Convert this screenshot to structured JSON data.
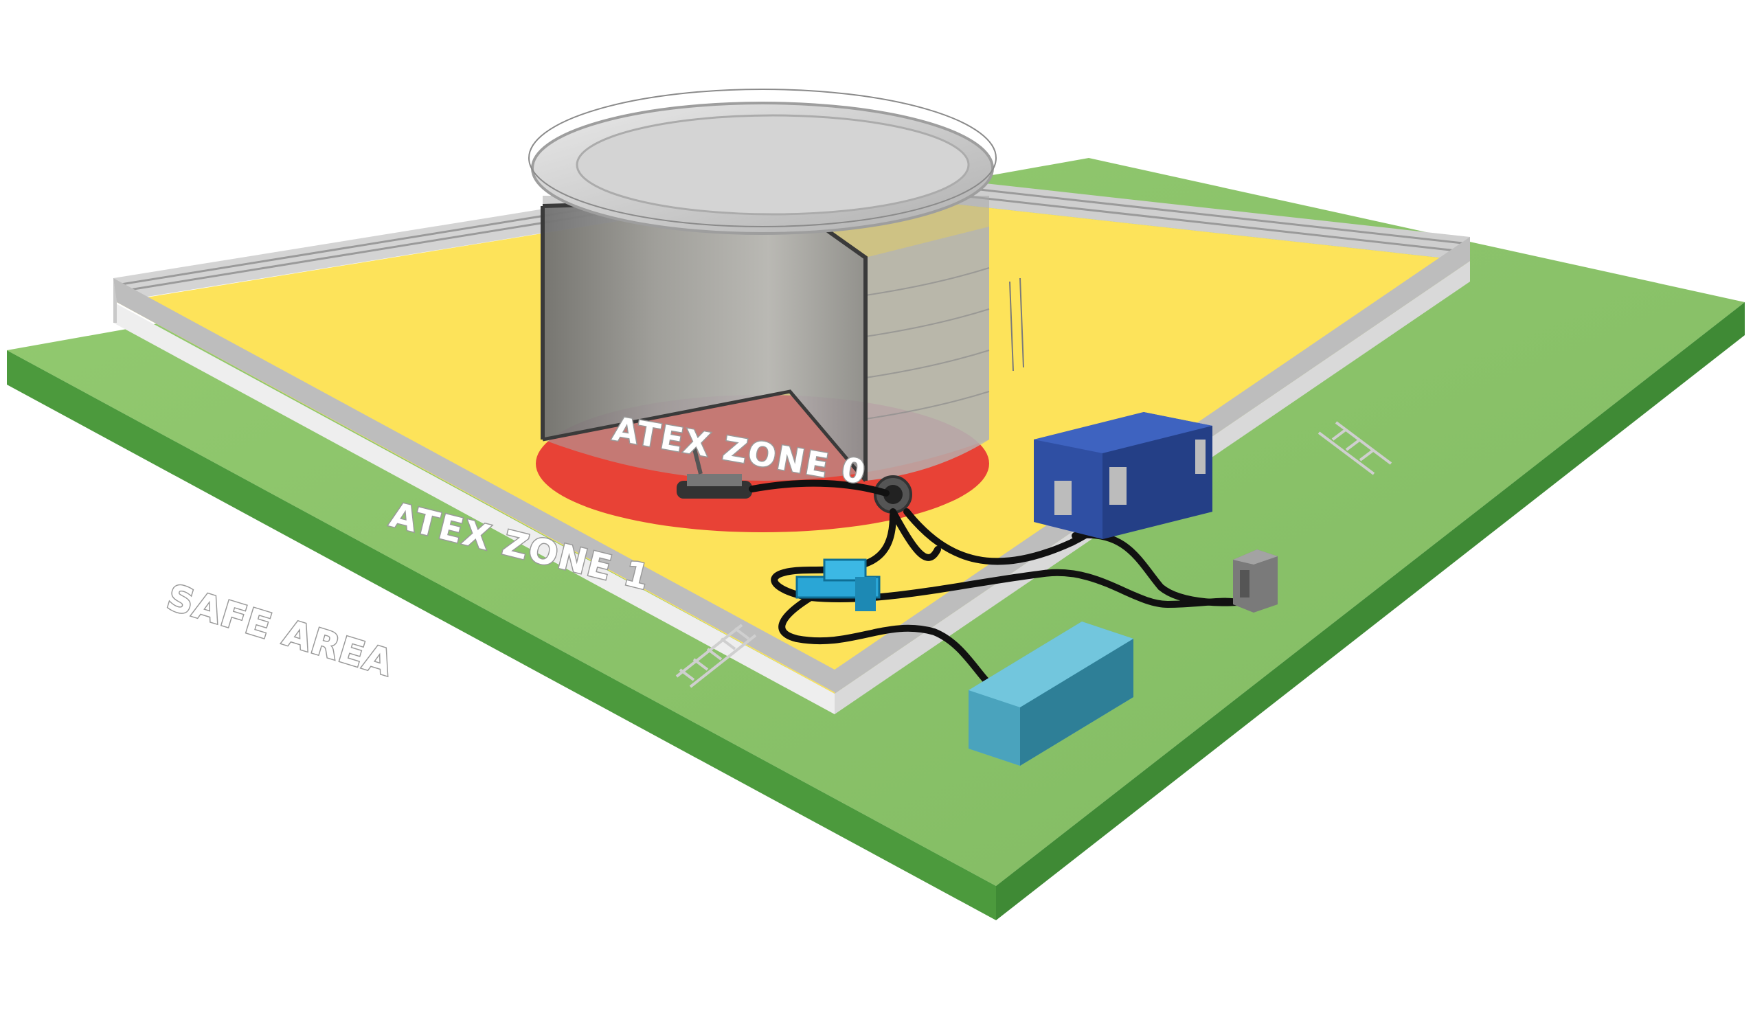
{
  "labels": {
    "zone0": "ATEX ZONE 0",
    "zone1": "ATEX ZONE 1",
    "safe": "SAFE AREA"
  },
  "colors": {
    "grass_top": "#8cc46a",
    "grass_side_left": "#4e9a3f",
    "grass_side_right": "#5aa84a",
    "bund_floor": "#fde35a",
    "zone0_floor": "#e84236",
    "wall": "#e6e6e6",
    "tank": "#8a8a8a",
    "container_blue": "#2f4fa3",
    "container_cyan": "#5cb3cc",
    "hose": "#111111"
  },
  "icons": {
    "robot": "crawler-robot-icon",
    "pump": "pump-skid-icon",
    "power_unit": "power-unit-icon",
    "control_unit": "control-container-icon",
    "storage": "storage-container-icon",
    "manway": "manway-icon",
    "stairs": "stairs-icon"
  }
}
